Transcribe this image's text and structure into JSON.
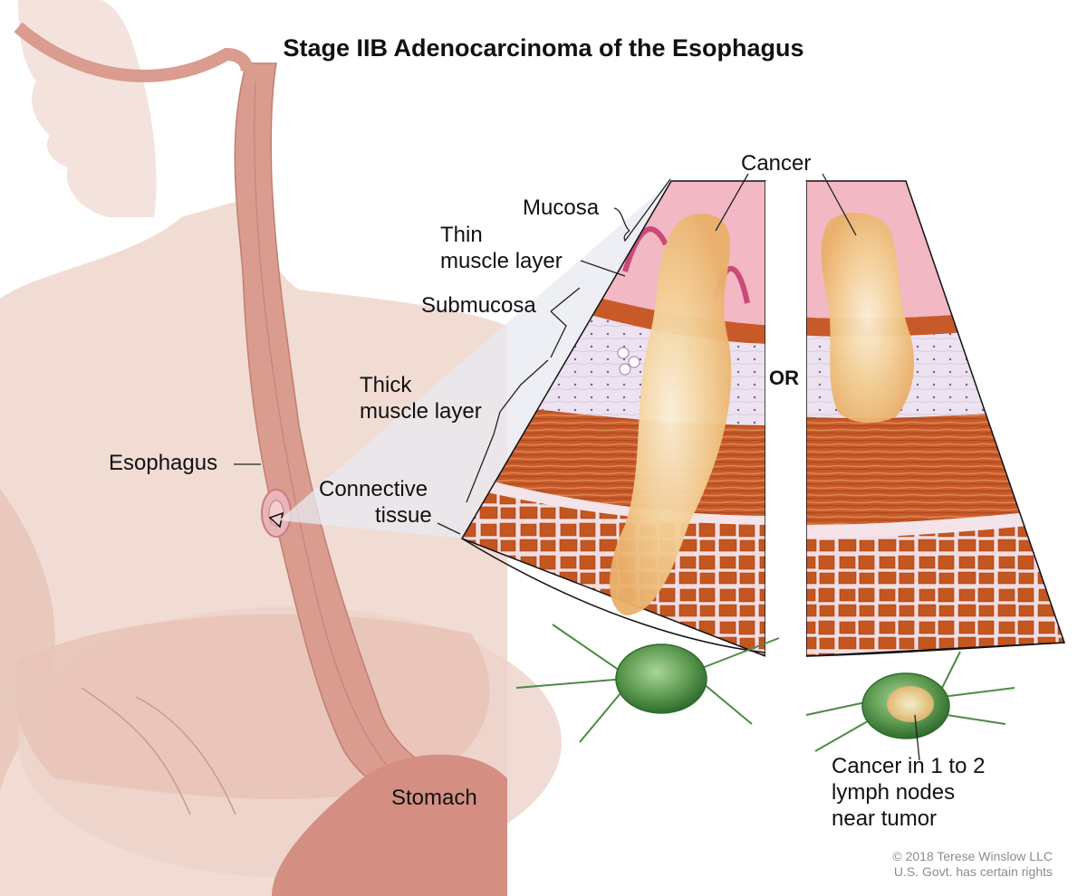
{
  "title": "Stage IIB Adenocarcinoma of the Esophagus",
  "labels": {
    "cancer": "Cancer",
    "mucosa": "Mucosa",
    "thin_muscle_1": "Thin",
    "thin_muscle_2": "muscle layer",
    "submucosa": "Submucosa",
    "thick_muscle_1": "Thick",
    "thick_muscle_2": "muscle layer",
    "connective_1": "Connective",
    "connective_2": "tissue",
    "esophagus": "Esophagus",
    "stomach": "Stomach",
    "or": "OR",
    "lymph_1": "Cancer in 1 to 2",
    "lymph_2": "lymph nodes",
    "lymph_3": "near tumor"
  },
  "copyright": {
    "line1": "© 2018 Terese Winslow LLC",
    "line2": "U.S. Govt. has certain rights"
  },
  "colors": {
    "skin": "#f1dcd3",
    "esophagus": "#d99c8e",
    "mucosa": "#f2b8c3",
    "muscle": "#c85a2a",
    "submucosa": "#ece2f0",
    "lymph_node": "#5f9b52",
    "tumor": "#f3cf95"
  }
}
